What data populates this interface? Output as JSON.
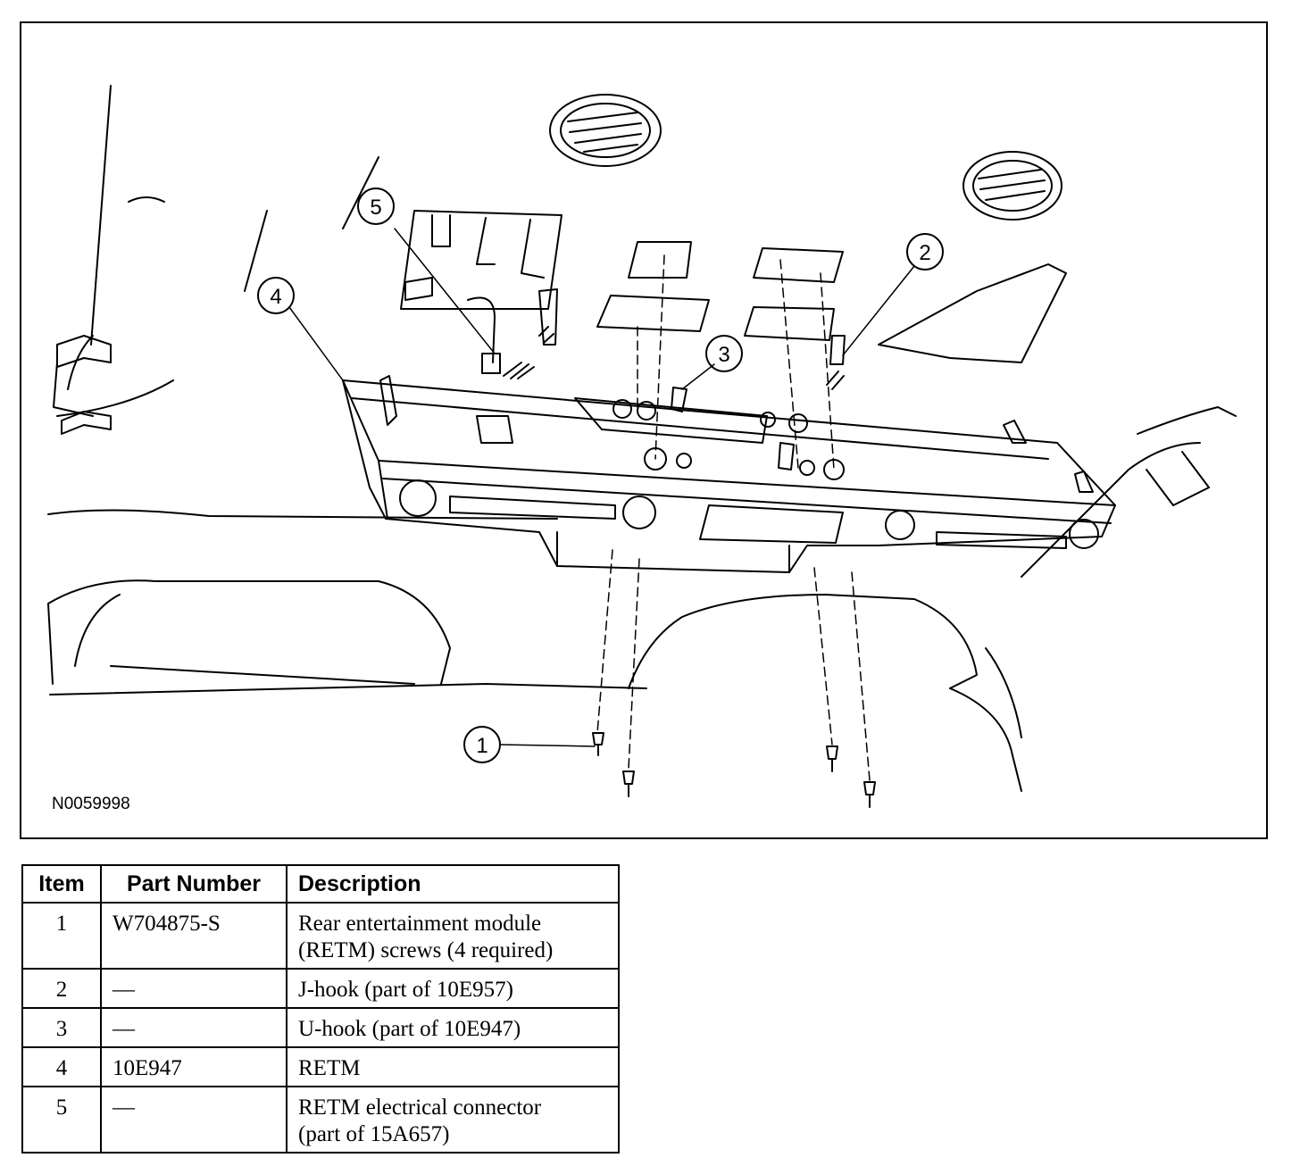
{
  "figure": {
    "code": "N0059998",
    "callouts": [
      "1",
      "2",
      "3",
      "4",
      "5"
    ]
  },
  "table": {
    "headers": [
      "Item",
      "Part Number",
      "Description"
    ],
    "rows": [
      {
        "item": "1",
        "part": "W704875-S",
        "desc1": "Rear entertainment module",
        "desc2": "(RETM) screws (4 required)"
      },
      {
        "item": "2",
        "part": "—",
        "desc1": "J-hook (part of 10E957)",
        "desc2": ""
      },
      {
        "item": "3",
        "part": "—",
        "desc1": "U-hook (part of 10E947)",
        "desc2": ""
      },
      {
        "item": "4",
        "part": "10E947",
        "desc1": "RETM",
        "desc2": ""
      },
      {
        "item": "5",
        "part": "—",
        "desc1": "RETM electrical connector",
        "desc2": "(part of 15A657)"
      }
    ]
  }
}
